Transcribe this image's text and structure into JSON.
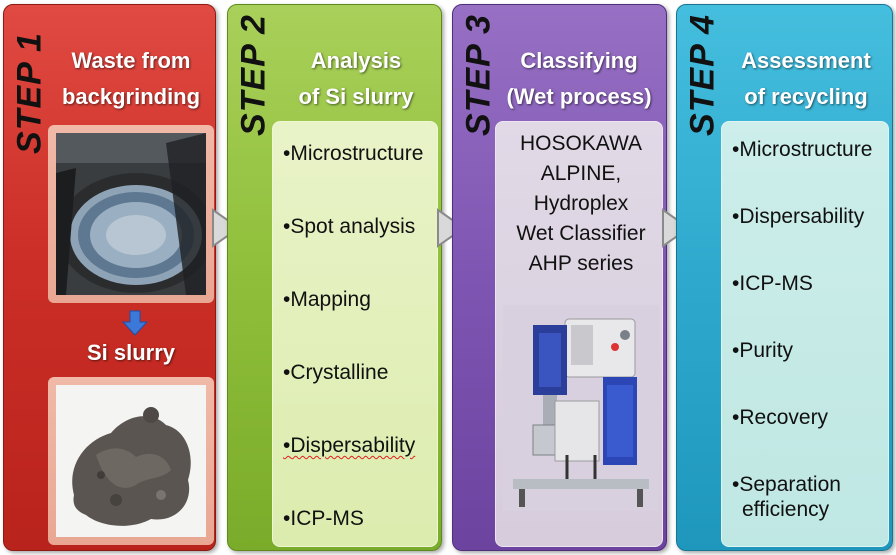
{
  "steps": [
    {
      "label": "STEP 1",
      "title_lines": [
        "Waste from",
        "backgrinding"
      ],
      "sub_label": "Si slurry"
    },
    {
      "label": "STEP 2",
      "title_lines": [
        "Analysis",
        "of Si slurry"
      ],
      "items": [
        "Microstructure",
        "Spot analysis",
        "Mapping",
        "Crystalline",
        "Dispersability",
        "ICP-MS"
      ]
    },
    {
      "label": "STEP 3",
      "title_lines": [
        "Classifying",
        "(Wet process)"
      ],
      "equipment_lines": [
        "HOSOKAWA",
        "ALPINE,",
        "Hydroplex",
        "Wet Classifier",
        "AHP series"
      ]
    },
    {
      "label": "STEP 4",
      "title_lines": [
        "Assessment",
        "of recycling"
      ],
      "items": [
        "Microstructure",
        "Dispersability",
        "ICP-MS",
        "Purity",
        "Recovery"
      ],
      "last_item_lines": [
        "Separation",
        "efficiency"
      ]
    }
  ],
  "icons": {
    "down_arrow": "blue-down-arrow-icon",
    "step_arrow": "gray-chevron-arrow-icon"
  },
  "colors": {
    "step1": "#cc2f27",
    "step2": "#8fbf3a",
    "step3": "#7e55b2",
    "step4": "#2ea9cd"
  }
}
